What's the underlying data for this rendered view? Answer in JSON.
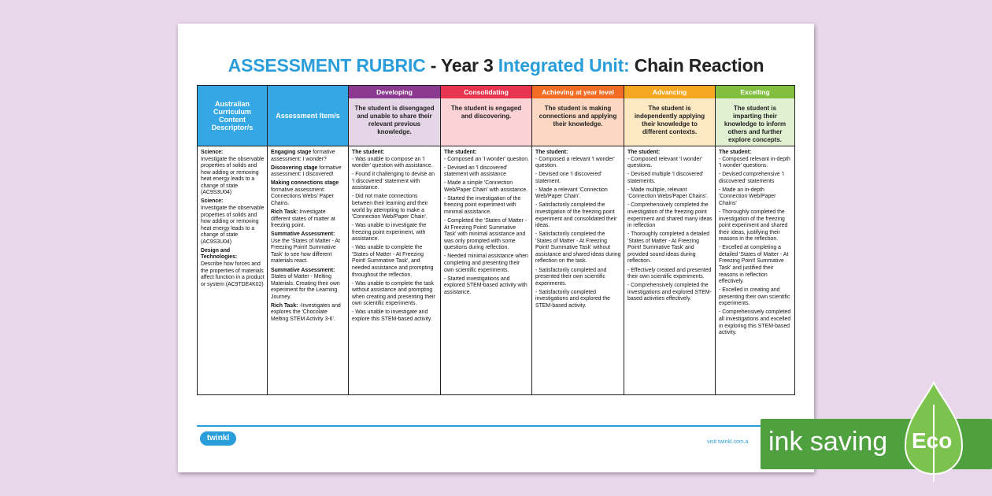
{
  "title": {
    "part1": "ASSESSMENT RUBRIC",
    "sep": " - Year 3 ",
    "part2": "Integrated Unit:",
    "part3": " Chain Reaction"
  },
  "columns": {
    "curriculum": "Australian Curriculum Content Descriptor/s",
    "assessment": "Assessment Item/s"
  },
  "levels": [
    {
      "name": "Developing",
      "color": "#8b3a8f",
      "bg": "#e5d6e7",
      "desc": "The student is disengaged and unable to share their relevant previous knowledge."
    },
    {
      "name": "Consolidating",
      "color": "#e8344e",
      "bg": "#fbd2d6",
      "desc": "The student is engaged and discovering."
    },
    {
      "name": "Achieving at year level",
      "color": "#f26c23",
      "bg": "#fcd8c2",
      "desc": "The student is making connections and applying their knowledge."
    },
    {
      "name": "Advancing",
      "color": "#f7a823",
      "bg": "#fde8c4",
      "desc": "The student is independently applying their knowledge to different contexts."
    },
    {
      "name": "Excelling",
      "color": "#83bf3f",
      "bg": "#e2f0d2",
      "desc": "The student is imparting their knowledge to inform others and further explore concepts."
    }
  ],
  "curriculum": [
    {
      "head": "Science:",
      "text": "Investigate the observable properties of solids and how adding or removing heat energy leads to a change of state (AC9S3U04)"
    },
    {
      "head": "Science:",
      "text": "Investigate the observable properties of solids and how adding or removing heat energy leads to a change of state (AC9S3U04)"
    },
    {
      "head": "Design and Technologies:",
      "text": "Describe how forces and the properties of materials affect function in a product or system (AC9TDE4K02)"
    }
  ],
  "assessment": [
    {
      "head": "Engaging stage",
      "text": " formative assessment: I wonder?"
    },
    {
      "head": "Discovering stage",
      "text": " formative assessment: I discovered!"
    },
    {
      "head": "Making connections stage",
      "text": " formative assessment: Connections Webs/ Paper Chains."
    },
    {
      "head": "Rich Task:",
      "text": " Investigate different states of matter at freezing point."
    },
    {
      "head": "Summative Assessment:",
      "text": " Use the 'States of Matter - At Freezing Point! Summative Task' to see how different materials react."
    },
    {
      "head": "Summative Assessment:",
      "text": " States of Matter - Melting Materials. Creating their own experiment for the Learning Journey."
    },
    {
      "head": "Rich Task:",
      "text": " -Investigates and explores the 'Chocolate Melting STEM Activity 3-6'."
    }
  ],
  "criteria": [
    {
      "lead": "The student:",
      "items": [
        "- Was unable to compose an 'I wonder' question with assistance.",
        "- Found it challenging to devise an 'I discovered' statement with assistance.",
        "- Did not make connections between their learning and their world by attempting to make a 'Connection Web/Paper Chain'.",
        "- Was unable to investigate the freezing point experiment, with assistance.",
        "- Was unable to complete the 'States of Matter - At Freezing Point! Summative Task', and needed assistance and prompting throughout the reflection.",
        "- Was unable to complete the task without assistance and prompting when creating and presenting their own scientific experiments.",
        "- Was unable to investigate and explore this STEM-based activity."
      ]
    },
    {
      "lead": "The student:",
      "items": [
        "- Composed an 'I wonder' question.",
        "- Devised an 'I discovered' statement with assistance",
        "- Made a simple 'Connection Web/Paper Chain' with assistance.",
        "- Started the investigation of the freezing point experiment with minimal assistance.",
        "- Completed the 'States of Matter - At Freezing Point! Summative Task' with minimal assistance and was only prompted with some questions during reflection.",
        "- Needed minimal assistance when completing and presenting their own scientific experiments.",
        "- Started investigations and explored STEM-based activity with assistance."
      ]
    },
    {
      "lead": "The student:",
      "items": [
        "- Composed a relevant 'I wonder' question.",
        "- Devised one 'I discovered' statement.",
        "- Made a relevant 'Connection Web/Paper Chain'.",
        "- Satisfactorily completed the investigation of the freezing point experiment and consolidated their ideas.",
        "- Satisfactorily completed the 'States of Matter - At Freezing Point! Summative Task' without assistance and shared ideas during reflection on the task.",
        "- Satisfactorily completed and presented their own scientific experiments.",
        "- Satisfactorily completed investigations and explored the STEM-based activity."
      ]
    },
    {
      "lead": "The student:",
      "items": [
        "- Composed relevant 'I wonder' questions.",
        "- Devised multiple 'I discovered' statements.",
        "- Made multiple, relevant 'Connection Webs/Paper Chains'.",
        "- Comprehensively completed the investigation of the freezing point experiment and shared many ideas in reflection",
        "- Thoroughly completed a detailed 'States of Matter - At Freezing Point! Summative Task' and provided sound ideas during reflection.",
        "- Effectively created and presented their own scientific experiments.",
        "- Comprehensively completed the investigations and explored STEM-based activities effectively."
      ]
    },
    {
      "lead": "The student:",
      "items": [
        "- Composed relevant in-depth 'I wonder' questions.",
        "- Devised comprehensive 'I discovered' statements",
        "- Made an in-depth 'Connection Web/Paper Chains'",
        "- Thoroughly completed the investigation of the freezing point experiment and shared their ideas, justifying their reasons in the reflection.",
        "- Excelled at completing a detailed 'States of Matter - At Freezing Point! Summative Task' and justified their reasons in reflection effectively.",
        "- Excelled in creating and presenting their own scientific experiments.",
        "- Comprehensively completed all investigations and excelled in exploring this STEM-based activity."
      ]
    }
  ],
  "footer": {
    "logo": "twinkl",
    "visit": "visit twinkl.com.a"
  },
  "eco_badge": {
    "text": "ink saving",
    "word": "Eco"
  }
}
